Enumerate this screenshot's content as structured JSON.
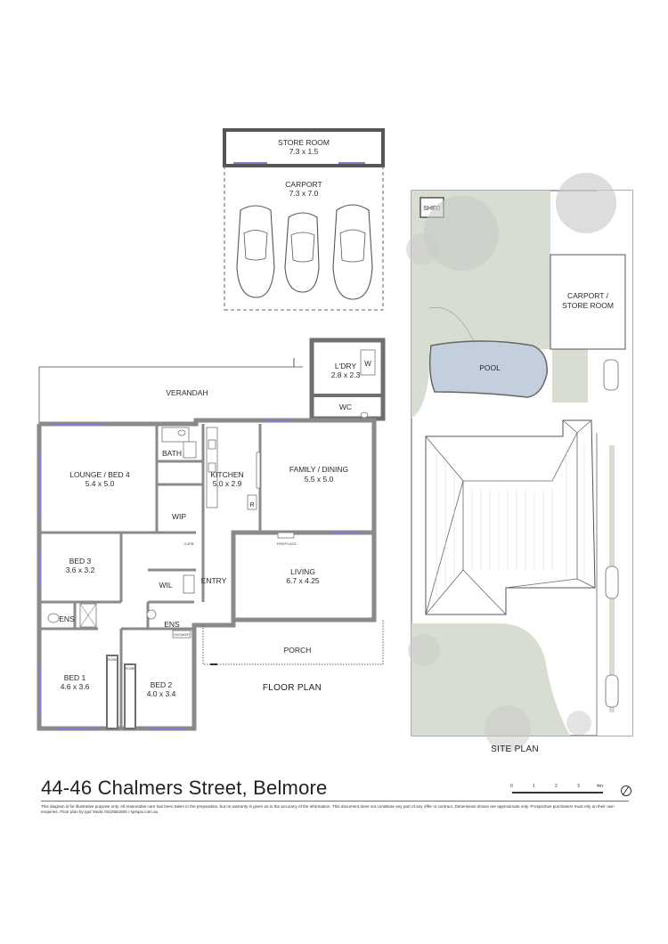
{
  "title": "44-46 Chalmers Street, Belmore",
  "disclaimer": "This diagram is for illustrative purpose only. All reasonable care has been taken in the preparation, but no warranty is given as to the accuracy of the information. This document does not constitute any part of any offer or contract. Dimensions shown are approximate only. Prospective purchasers must rely on their own enquiries. Floor plan by Igor Nedic 0410581605 / spinpix.com.au",
  "scale": {
    "ticks": [
      "0",
      "1",
      "2",
      "3",
      "4m"
    ]
  },
  "captions": {
    "floor_plan": "FLOOR PLAN",
    "site_plan": "SITE PLAN"
  },
  "rooms": {
    "store_room": {
      "name": "STORE ROOM",
      "dims": "7.3 x 1.5"
    },
    "carport": {
      "name": "CARPORT",
      "dims": "7.3 x 7.0"
    },
    "laundry": {
      "name": "L'DRY",
      "dims": "2.8 x 2.3"
    },
    "verandah": {
      "name": "VERANDAH"
    },
    "wc": {
      "name": "WC"
    },
    "lounge": {
      "name": "LOUNGE / BED 4",
      "dims": "5.4 x 5.0"
    },
    "bath": {
      "name": "BATH"
    },
    "kitchen": {
      "name": "KITCHEN",
      "dims": "5.0 x 2.9"
    },
    "wip": {
      "name": "WIP"
    },
    "family": {
      "name": "FAMILY / DINING",
      "dims": "5.5 x 5.0"
    },
    "bed3": {
      "name": "BED 3",
      "dims": "3.6 x 3.2"
    },
    "wil": {
      "name": "WIL"
    },
    "entry": {
      "name": "ENTRY"
    },
    "living": {
      "name": "LIVING",
      "dims": "6.7 x 4.25"
    },
    "ens1": {
      "name": "ENS"
    },
    "ens2": {
      "name": "ENS"
    },
    "bed1": {
      "name": "BED 1",
      "dims": "4.6 x 3.6"
    },
    "bed2": {
      "name": "BED 2",
      "dims": "4.0 x 3.4"
    },
    "porch": {
      "name": "PORCH"
    }
  },
  "small_labels": {
    "w": "W",
    "r": "R",
    "fireplace": "FIREPLACE",
    "cupb": "CUPB",
    "robe": "ROBE",
    "shower": "SHOWER"
  },
  "site": {
    "shed": "SHED",
    "carport_store": "CARPORT /",
    "carport_store_2": "STORE ROOM",
    "pool": "POOL"
  },
  "colors": {
    "lawn": "#d8ddd2",
    "pool": "#c3cfdc",
    "wall": "#8a8a8a",
    "window": "#7f7fd0"
  }
}
